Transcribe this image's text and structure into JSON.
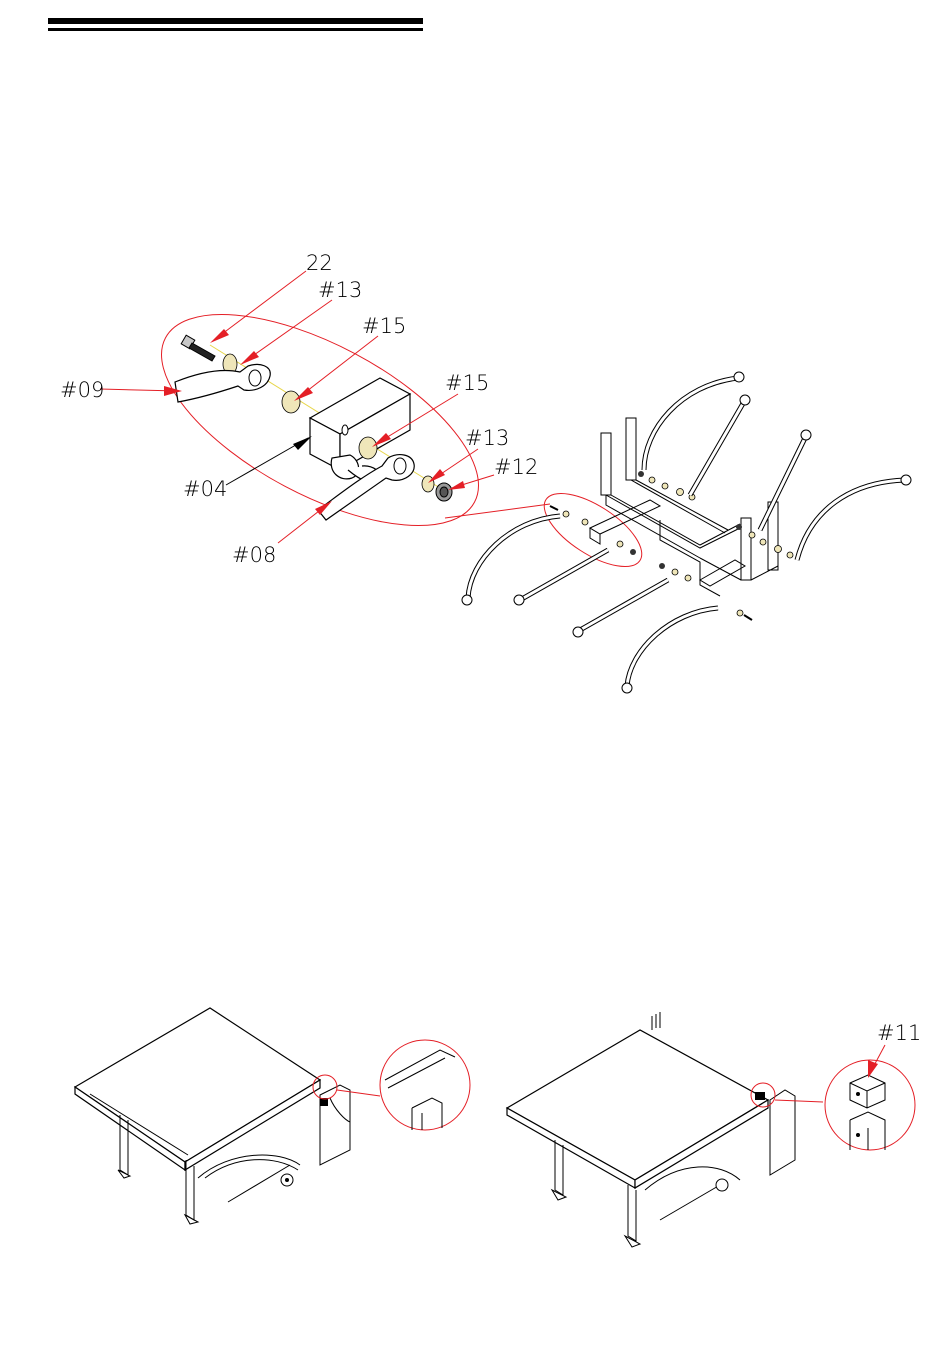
{
  "callouts": {
    "bolt": "22",
    "washer_top": "#13",
    "spacer_top": "#15",
    "left_strut": "#09",
    "spacer_bottom": "#15",
    "frame": "#04",
    "washer_bottom": "#13",
    "nut": "#12",
    "right_strut": "#08",
    "clip": "#11"
  },
  "colors": {
    "callout_arrow": "#e41f26",
    "alignment_line": "#e7d64a",
    "line_art": "#000000"
  }
}
